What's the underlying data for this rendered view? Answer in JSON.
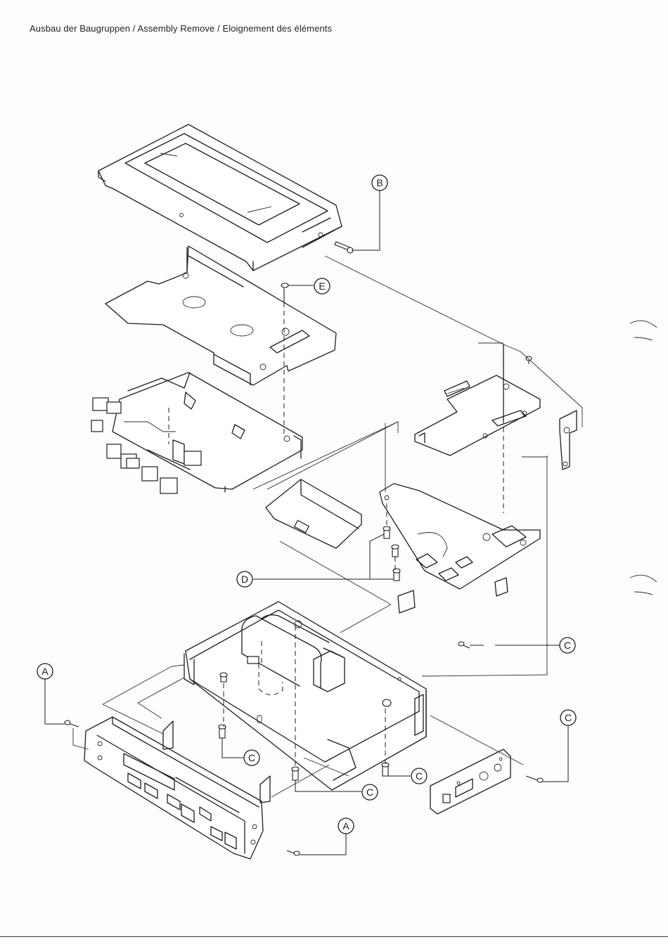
{
  "header": {
    "title": "Ausbau der Baugruppen / Assembly Remove / Eloignement des éléments"
  },
  "callouts": {
    "a_left": "A",
    "a_bottom": "A",
    "b_top": "B",
    "c_right_upper": "C",
    "c_right_lower": "C",
    "c_center": "C",
    "c_bottom_left": "C",
    "c_bottom_mid": "C",
    "d": "D",
    "e": "E"
  }
}
